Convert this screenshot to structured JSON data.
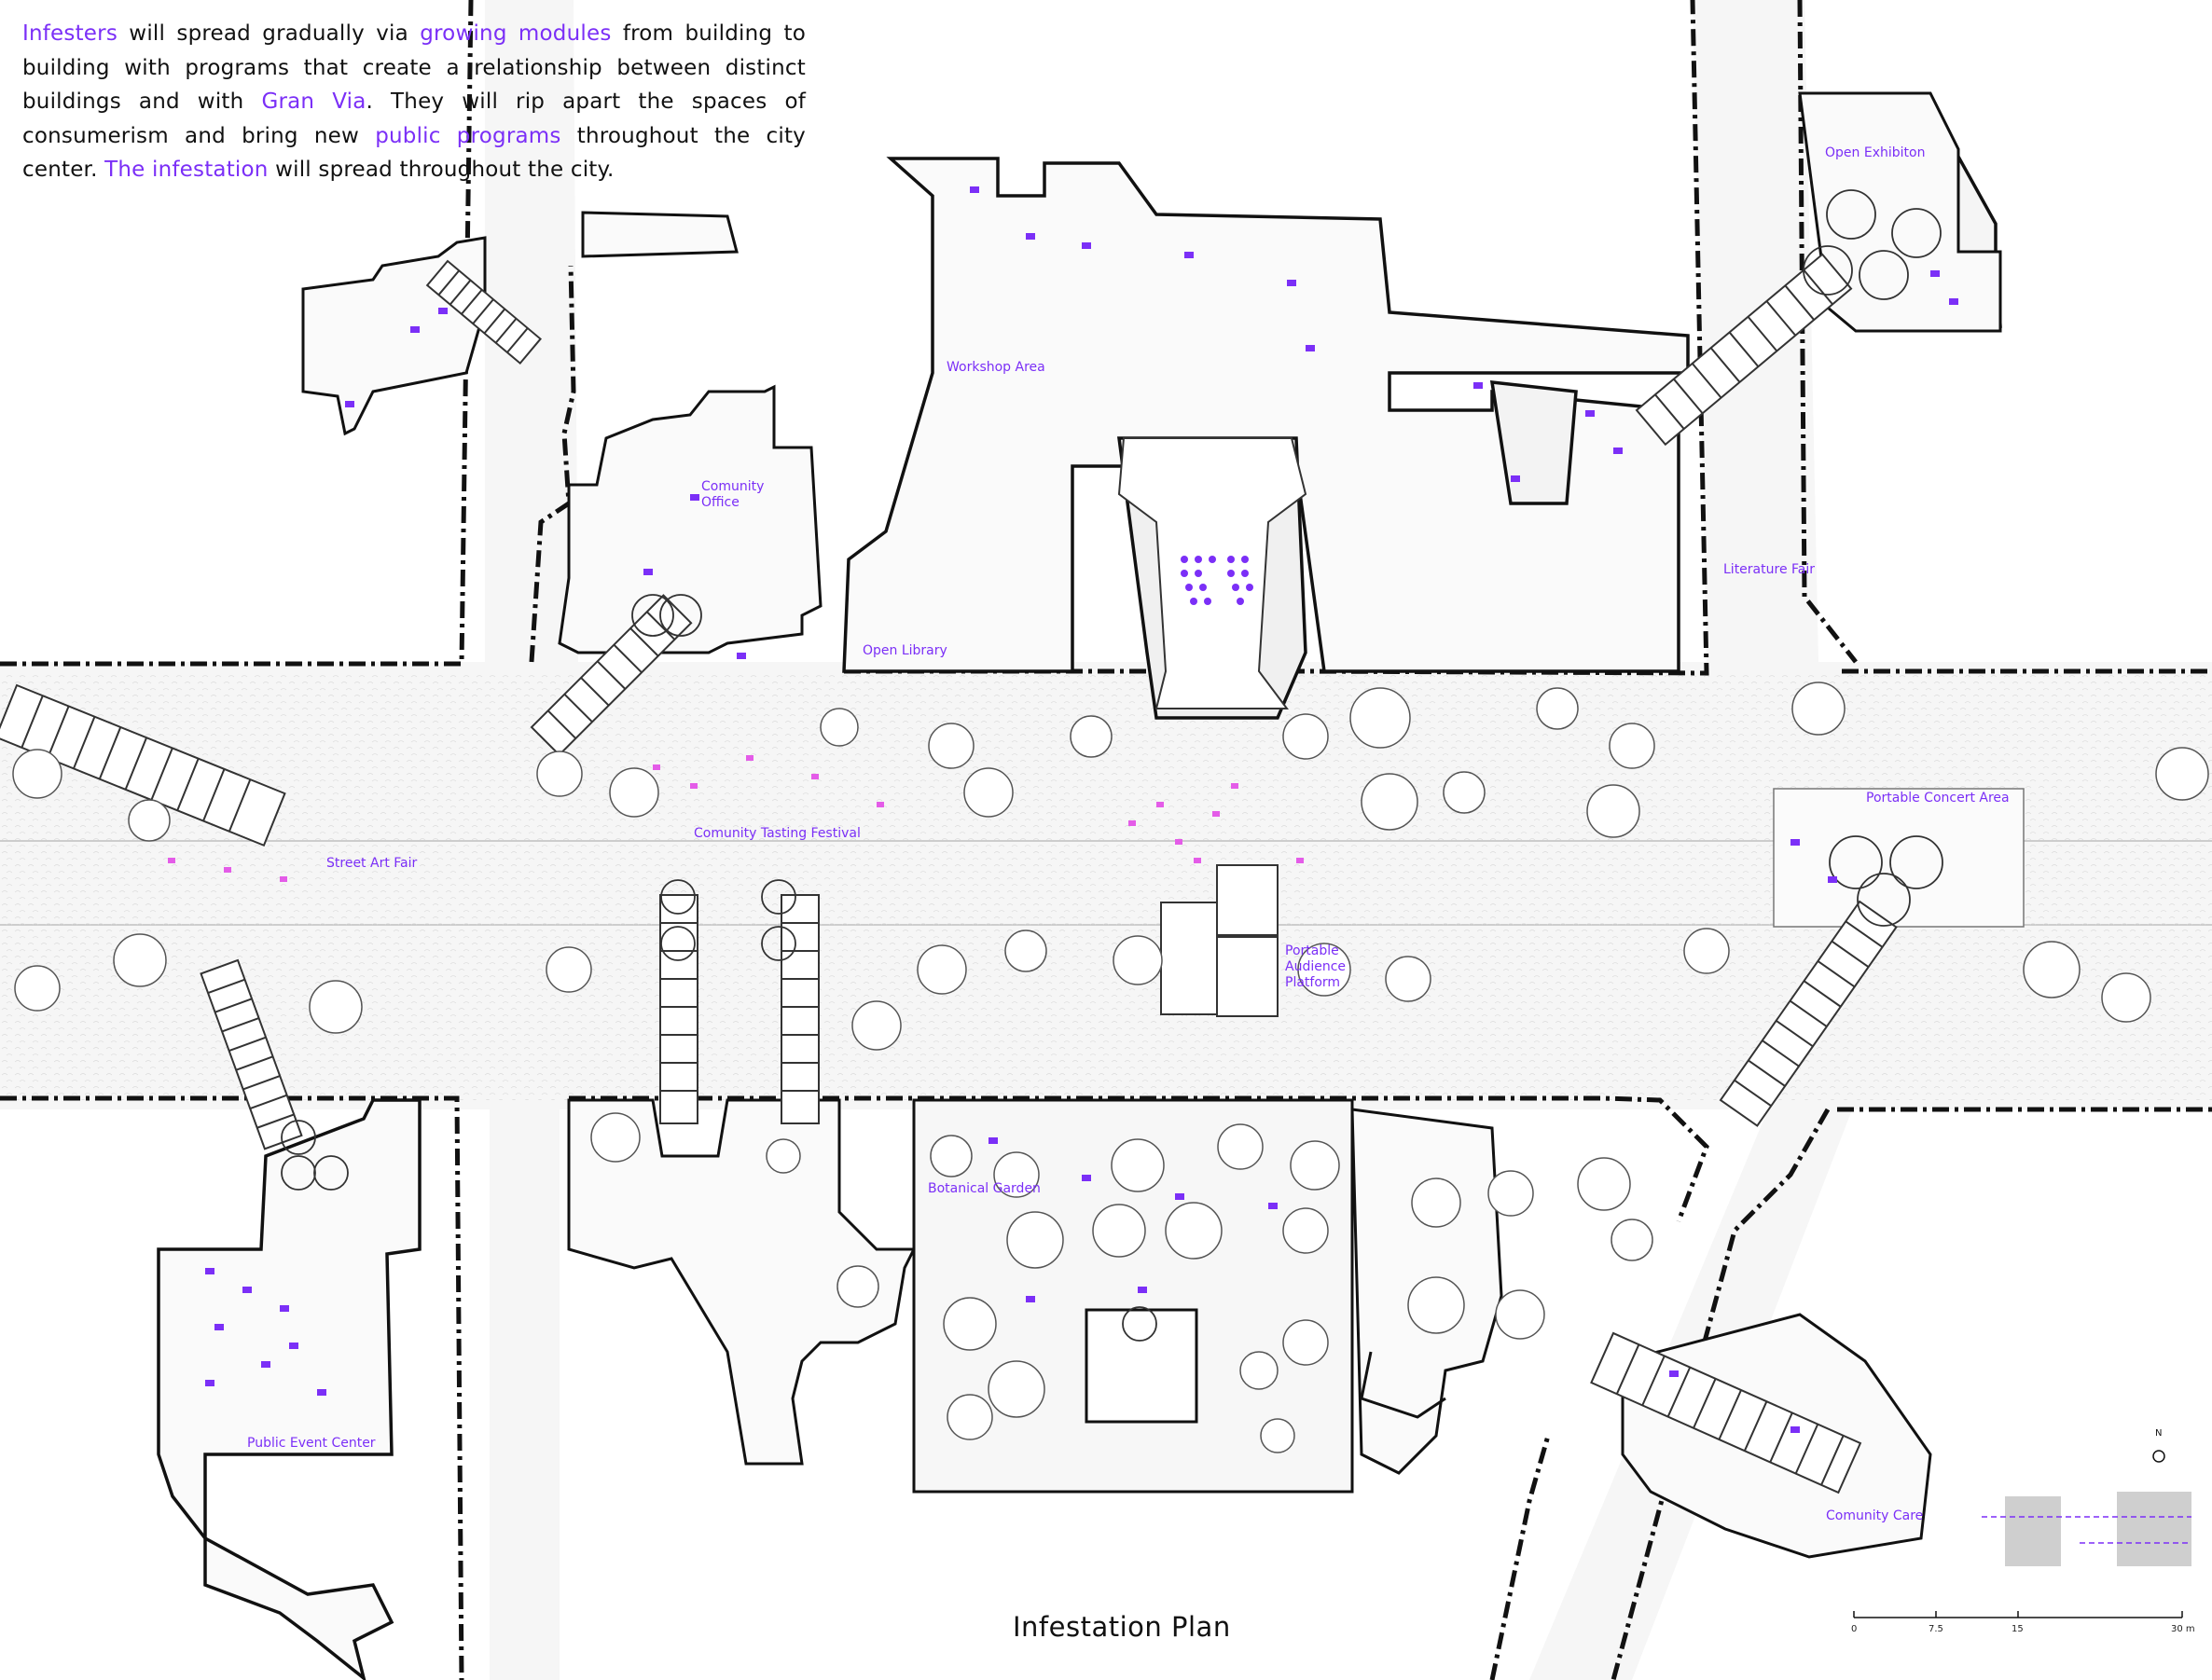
{
  "intro": {
    "s1": "Infesters",
    "s2": " will spread gradually via ",
    "s3": "growing modules",
    "s4": " from building to building with programs that create a relationship between distinct buildings and with ",
    "s5": "Gran Via",
    "s6": ". They will rip apart the spaces of consumerism and bring new ",
    "s7": "public programs",
    "s8": " throughout the city center. ",
    "s9": "The infestation",
    "s10": " will spread throughout the city."
  },
  "labels": {
    "open_exhibition": "Open Exhibiton",
    "workshop_area": "Workshop Area",
    "comunity_office": "Comunity Office",
    "literature_fair": "Literature Fair",
    "open_library": "Open Library",
    "street_art_fair": "Street Art Fair",
    "comunity_tasting_festival": "Comunity Tasting Festival",
    "portable_concert_area": "Portable Concert Area",
    "portable_audience_platform": "Portable Audience Platform",
    "botanical_garden": "Botanical Garden",
    "public_event_center": "Public Event Center",
    "comunity_care": "Comunity Care"
  },
  "title": "Infestation Plan",
  "north": "N",
  "scale": {
    "ticks": [
      "0",
      "7.5",
      "15",
      "30 m"
    ]
  },
  "colors": {
    "accent": "#7b2ff7",
    "pink": "#e45ce8",
    "line": "#111111",
    "street": "#f3f3f3"
  }
}
